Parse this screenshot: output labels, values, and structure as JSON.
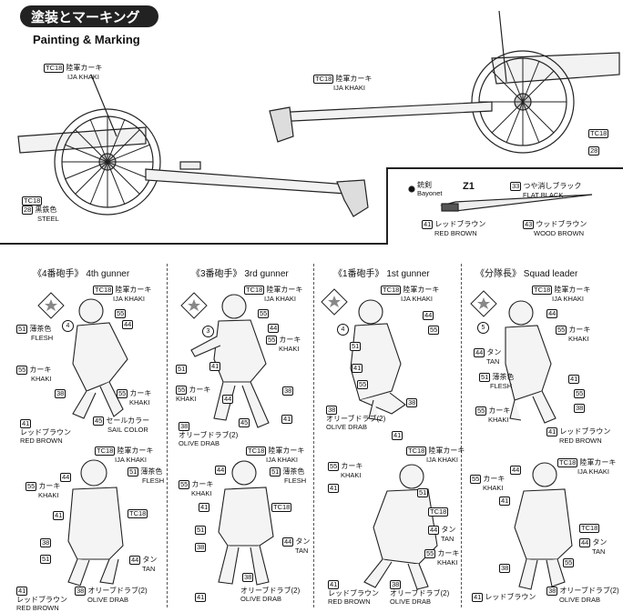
{
  "header": {
    "title": "塗装とマーキング",
    "subtitle": "Painting & Marking"
  },
  "cannon_left": {
    "khaki_code": "TC18",
    "khaki_jp": "陸軍カーキ",
    "khaki_en": "IJA KHAKI",
    "steel_code1": "TC18",
    "steel_code2": "28",
    "steel_jp": "黒鉄色",
    "steel_en": "STEEL"
  },
  "cannon_right": {
    "khaki_code": "TC18",
    "khaki_jp": "陸軍カーキ",
    "khaki_en": "IJA KHAKI",
    "code1": "TC18",
    "code2": "28"
  },
  "bayonet": {
    "jp": "銃剣",
    "en": "Bayonet",
    "part": "Z1",
    "flat_code": "33",
    "flat_jp": "つや消しブラック",
    "flat_en": "FLAT BLACK",
    "red_code": "41",
    "red_jp": "レッドブラウン",
    "red_en": "RED BROWN",
    "wood_code": "43",
    "wood_jp": "ウッドブラウン",
    "wood_en": "WOOD BROWN"
  },
  "sections": [
    {
      "jp": "《4番砲手》",
      "en": "4th gunner"
    },
    {
      "jp": "《3番砲手》",
      "en": "3rd gunner"
    },
    {
      "jp": "《1番砲手》",
      "en": "1st gunner"
    },
    {
      "jp": "《分隊長》",
      "en": "Squad leader"
    }
  ],
  "paints": {
    "tc18": "TC18",
    "ija_khaki_jp": "陸軍カーキ",
    "ija_khaki_en": "IJA KHAKI",
    "flesh_jp": "薄茶色",
    "flesh_en": "FLESH",
    "khaki_jp": "カーキ",
    "khaki_en": "KHAKI",
    "sail_jp": "セールカラー",
    "sail_en": "SAIL COLOR",
    "red_jp": "レッドブラウン",
    "red_en": "RED BROWN",
    "olive_jp": "オリーブドラブ(2)",
    "olive_en": "OLIVE DRAB",
    "tan_jp": "タン",
    "tan_en": "TAN",
    "n55": "55",
    "n44": "44",
    "n51": "51",
    "n38": "38",
    "n45": "45",
    "n41": "41"
  },
  "badges": {
    "b4a": "4",
    "b3": "3",
    "b4b": "4",
    "b5": "5"
  }
}
